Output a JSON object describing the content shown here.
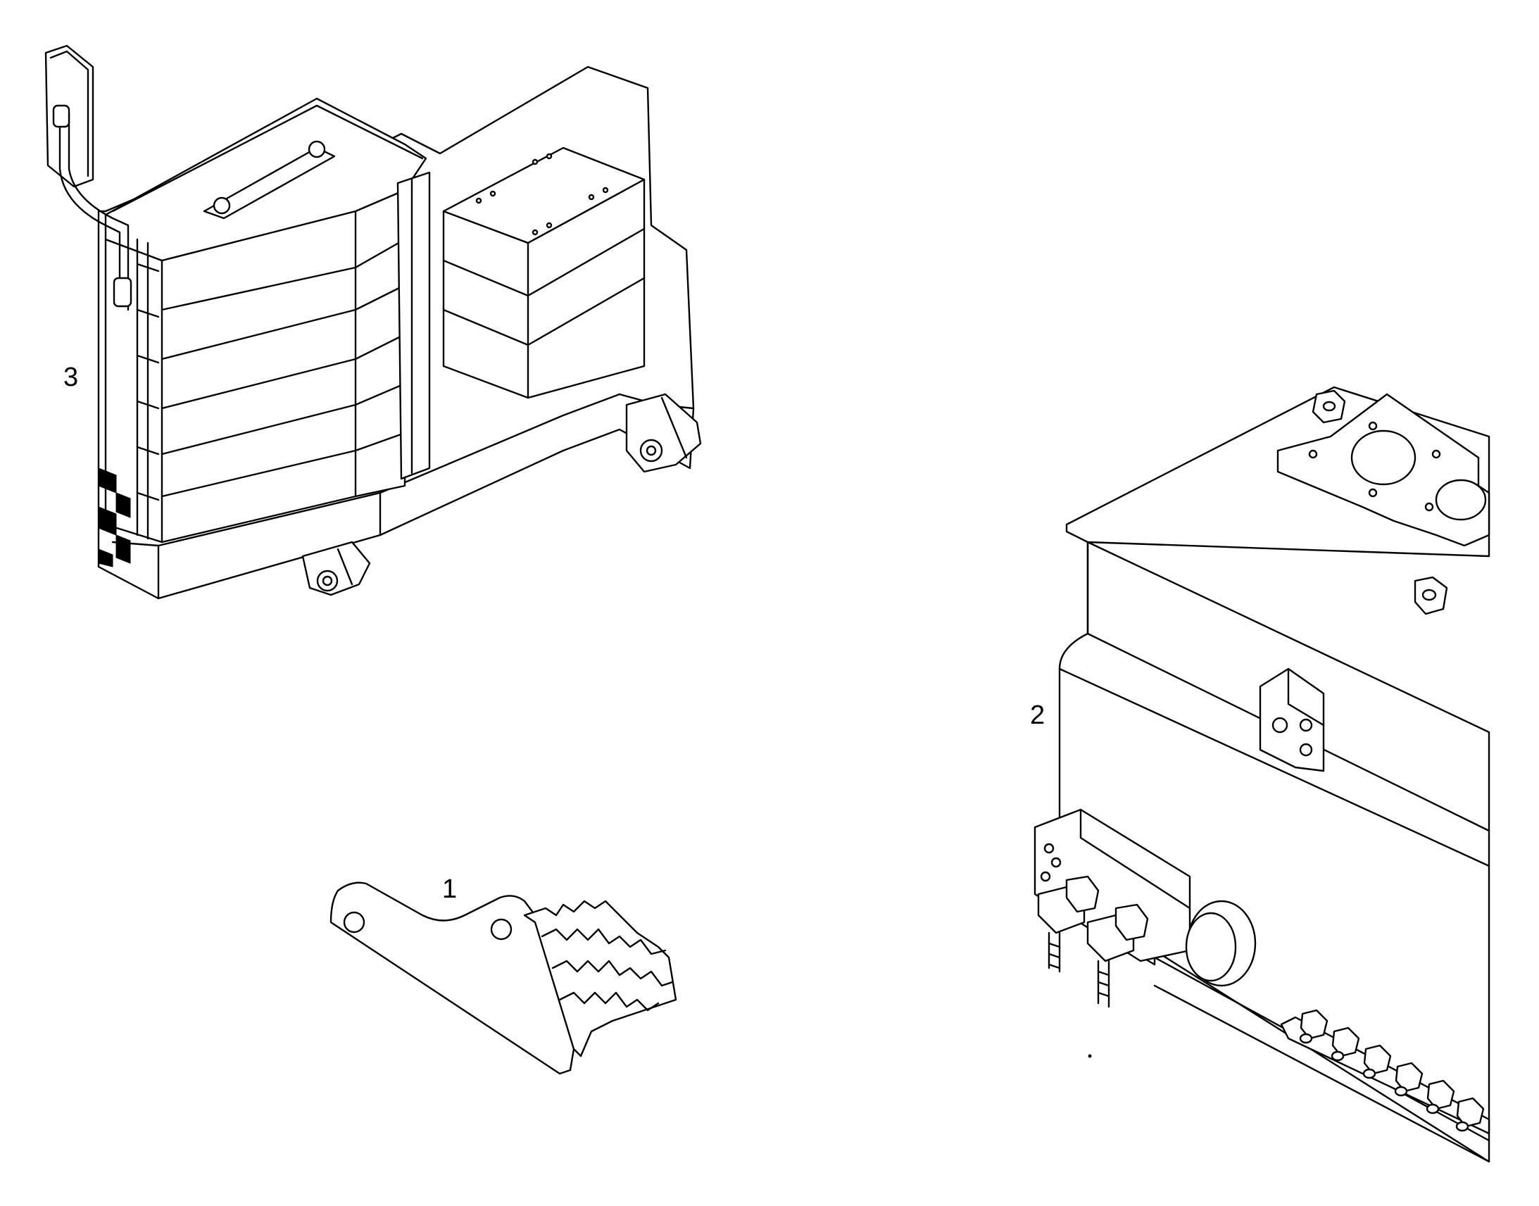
{
  "callouts": {
    "item1": "1",
    "item2": "2",
    "item3": "3"
  },
  "colors": {
    "line": "#000000",
    "background": "#ffffff"
  }
}
